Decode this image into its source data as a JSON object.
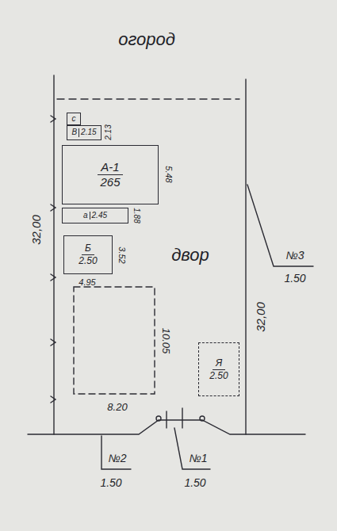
{
  "diagram": {
    "nodes": [
      {
        "text": [
          "с"
        ]
      },
      {
        "text": [
          "В",
          "2.15"
        ]
      },
      {
        "text": [
          "А-1",
          "265"
        ]
      },
      {
        "text": [
          "а",
          "2.45"
        ]
      },
      {
        "text": [
          "Б",
          "2.50"
        ]
      },
      {
        "text": [
          "Я",
          "2.50"
        ]
      }
    ],
    "labels": [
      "огород",
      "двор",
      "32,00",
      "32,00",
      "2.13",
      "5.48",
      "1.88",
      "3.52",
      "4.95",
      "10.05",
      "8.20",
      "№3",
      "1.50",
      "№2",
      "1.50",
      "№1",
      "1.50"
    ]
  }
}
